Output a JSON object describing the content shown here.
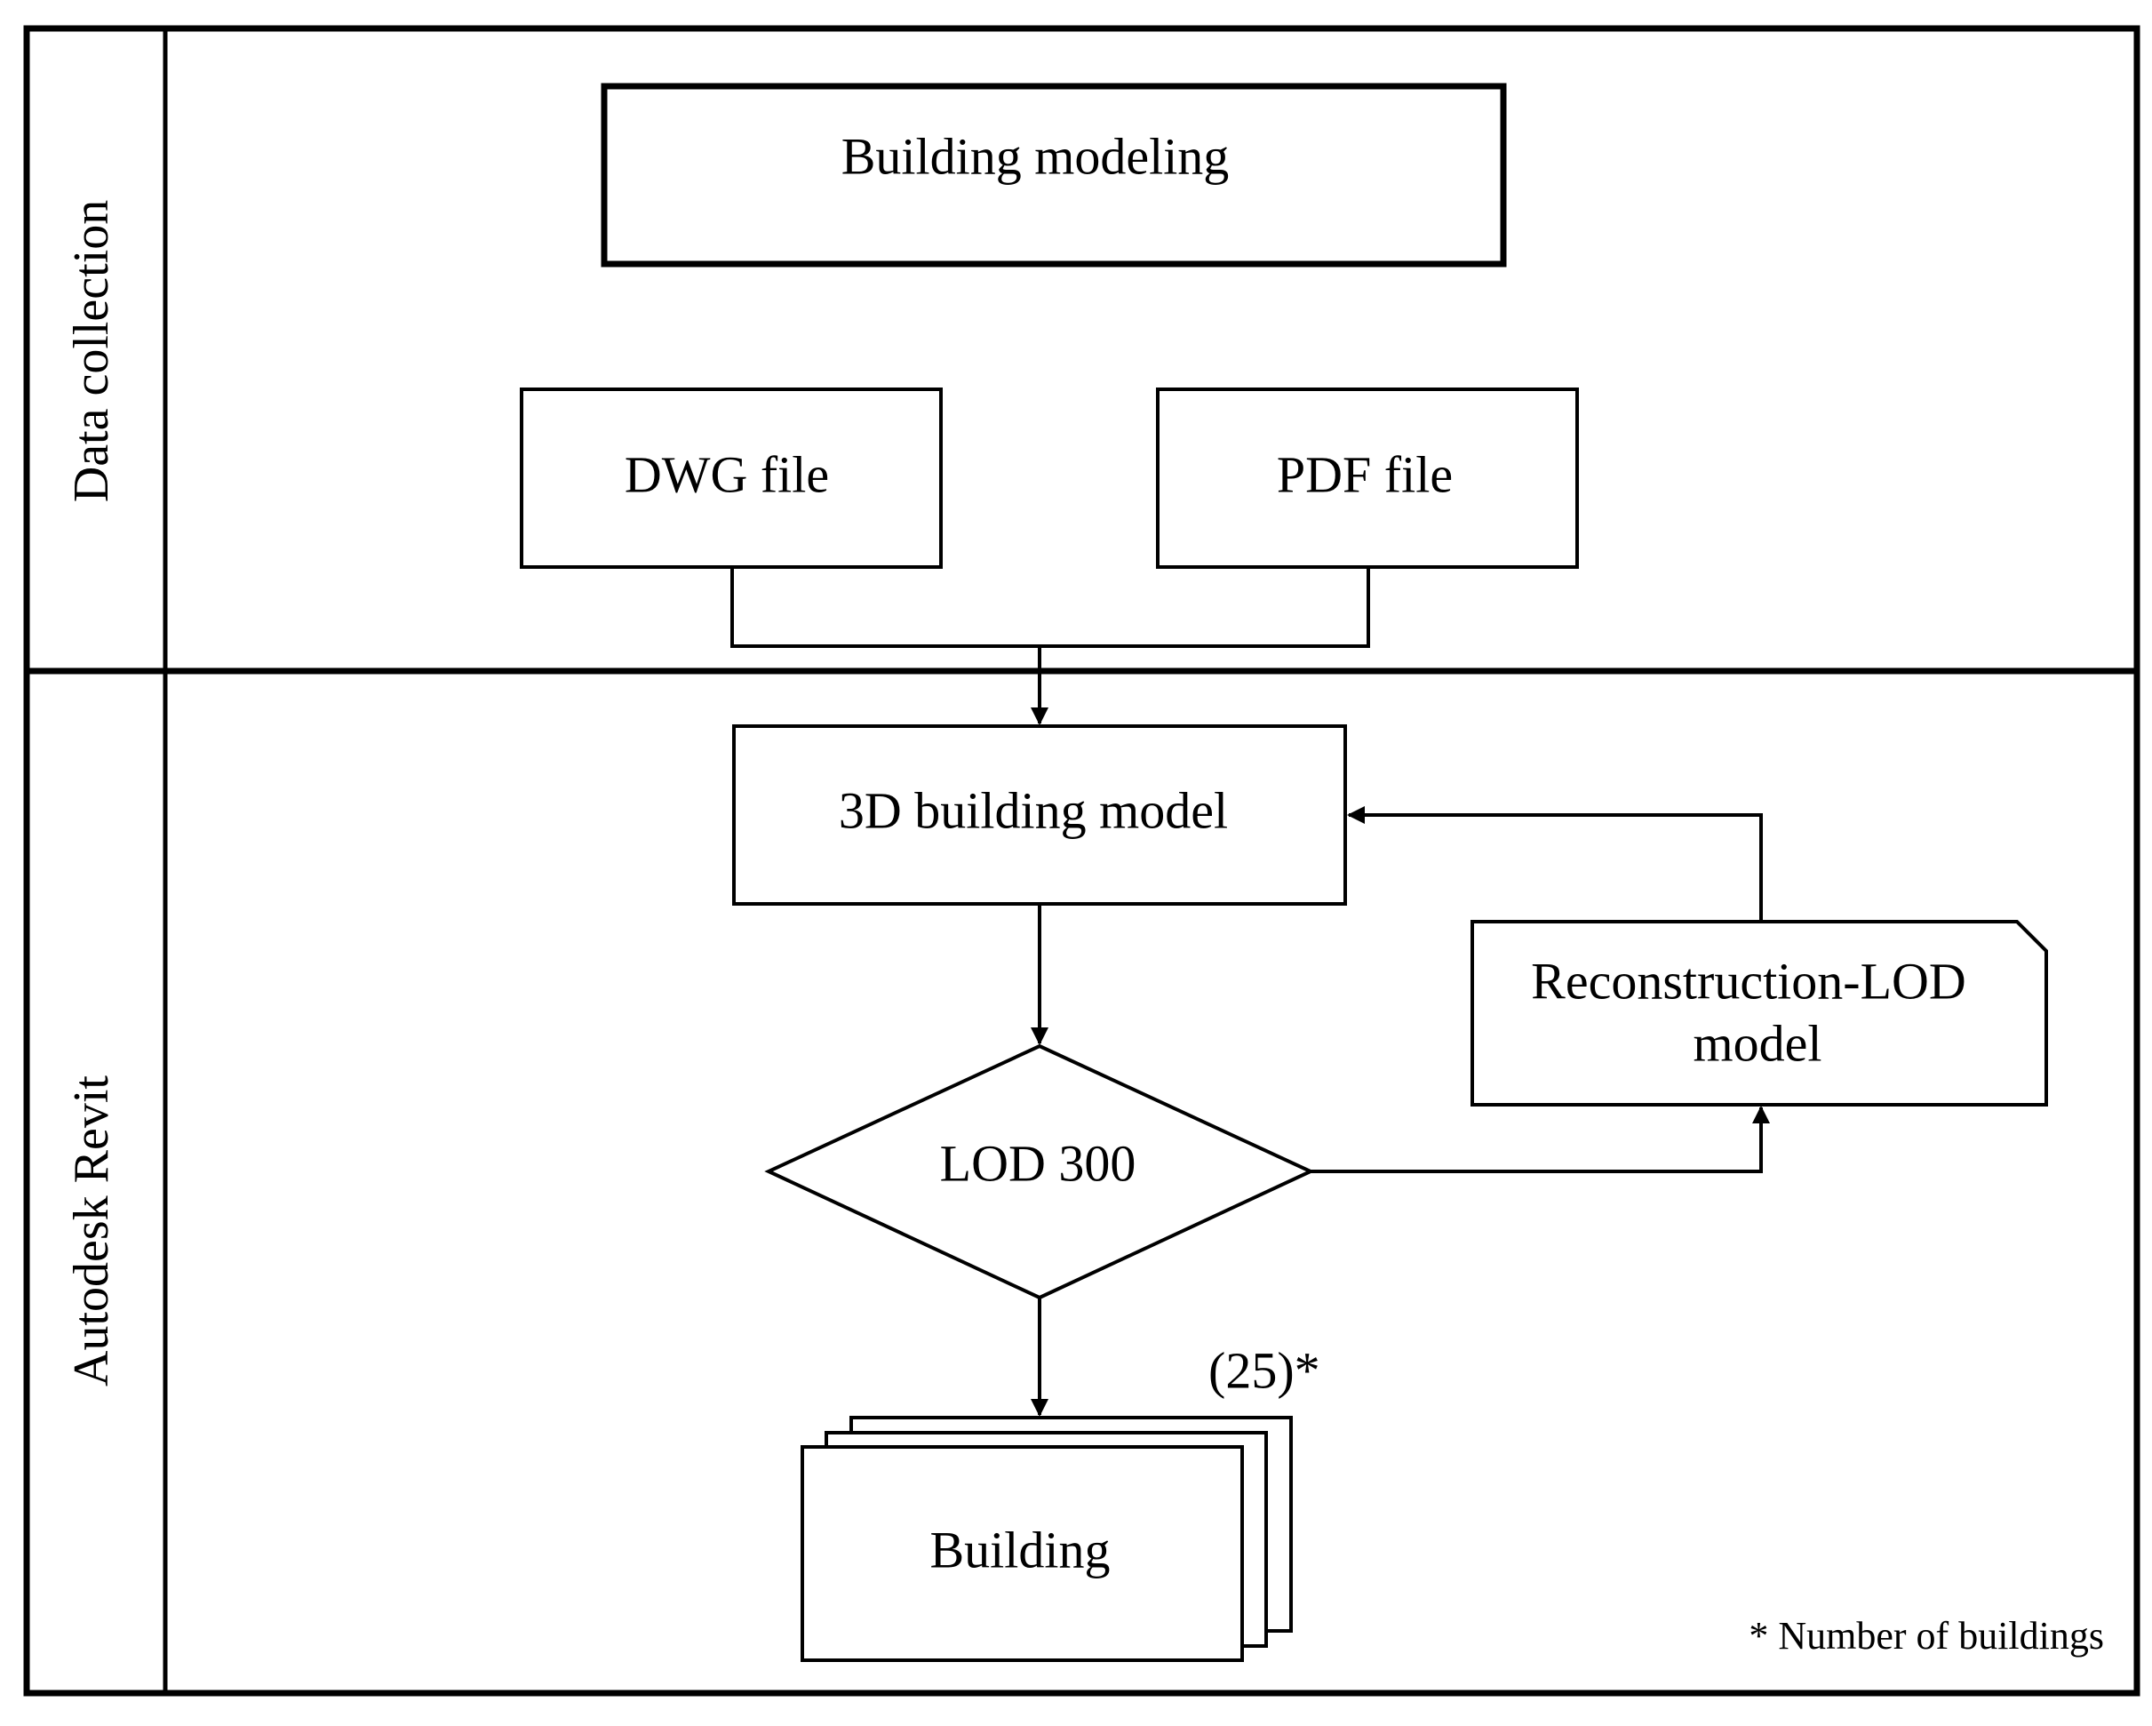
{
  "lanes": {
    "data_collection": "Data collection",
    "autodesk_revit": "Autodesk Revit"
  },
  "nodes": {
    "building_modeling": "Building modeling",
    "dwg_file": "DWG file",
    "pdf_file": "PDF file",
    "model_3d": "3D building model",
    "lod_300": "LOD 300",
    "reconstruction_line1": "Reconstruction-LOD",
    "reconstruction_line2": "model",
    "building": "Building"
  },
  "count_label": "(25)*",
  "footnote": "* Number of buildings"
}
